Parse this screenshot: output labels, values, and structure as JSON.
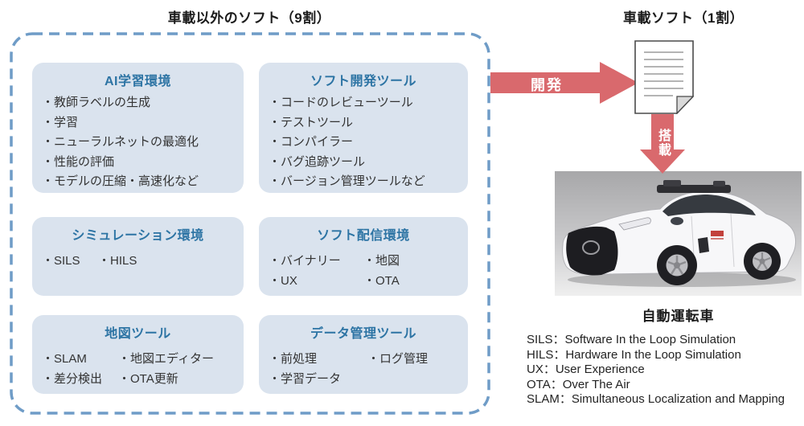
{
  "colors": {
    "accent_red": "#d9696d",
    "accent_blue": "#2d74a4",
    "box_bg": "#dae3ee",
    "dashed_border": "#6f9cc7"
  },
  "left_panel": {
    "title": "車載以外のソフト（9割）",
    "boxes": [
      {
        "title": "AI学習環境",
        "items": [
          "・教師ラベルの生成",
          "・学習",
          "・ニューラルネットの最適化",
          "・性能の評価",
          "・モデルの圧縮・高速化など"
        ]
      },
      {
        "title": "ソフト開発ツール",
        "items": [
          "・コードのレビューツール",
          "・テストツール",
          "・コンパイラー",
          "・バグ追跡ツール",
          "・バージョン管理ツールなど"
        ]
      },
      {
        "title": "シミュレーション環境",
        "rows": [
          [
            "・SILS",
            "・HILS"
          ]
        ]
      },
      {
        "title": "ソフト配信環境",
        "rows": [
          [
            "・バイナリー",
            "・地図"
          ],
          [
            "・UX",
            "・OTA"
          ]
        ]
      },
      {
        "title": "地図ツール",
        "rows": [
          [
            "・SLAM",
            "・地図エディター"
          ],
          [
            "・差分検出",
            "・OTA更新"
          ]
        ]
      },
      {
        "title": "データ管理ツール",
        "rows": [
          [
            "・前処理",
            "・ログ管理"
          ],
          [
            "・学習データ",
            ""
          ]
        ]
      }
    ]
  },
  "right_panel": {
    "title": "車載ソフト（1割）",
    "develop_arrow_label": "開発",
    "mount_arrow_label": "搭載",
    "car_caption": "自動運転車",
    "definitions": [
      "SILS：Software In the Loop Simulation",
      "HILS：Hardware In the Loop Simulation",
      "UX：User Experience",
      "OTA：Over The Air",
      "SLAM：Simultaneous Localization and Mapping"
    ]
  }
}
